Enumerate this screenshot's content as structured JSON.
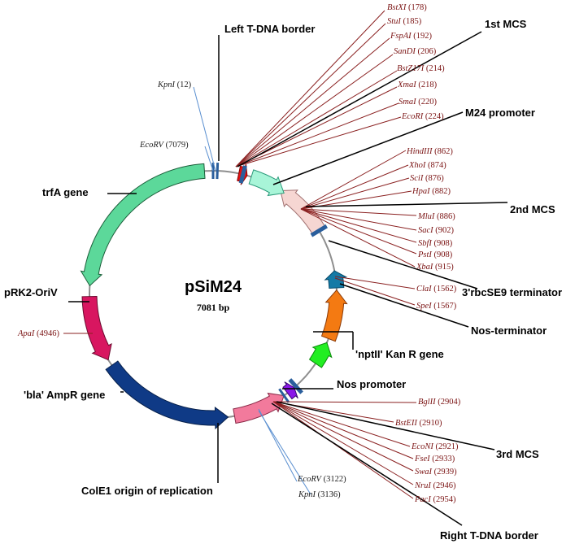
{
  "plasmid": {
    "name": "pSiM24",
    "size": "7081 bp"
  },
  "labels": {
    "left_border": "Left T-DNA border",
    "mcs1": "1st MCS",
    "m24": "M24 promoter",
    "mcs2": "2nd MCS",
    "rbcs": "3'rbcSE9 terminator",
    "nos_term": "Nos-terminator",
    "nptii": "'nptII' Kan R gene",
    "nos_prom": "Nos promoter",
    "mcs3": "3rd MCS",
    "right_border": "Right T-DNA border",
    "cole1": "ColE1 origin of replication",
    "bla": "'bla' AmpR gene",
    "oriv": "pRK2-OriV",
    "trfa": "trfA gene"
  },
  "sites": {
    "kpn1": {
      "enz": "KpnI",
      "pos": "(12)"
    },
    "ecorv1": {
      "enz": "EcoRV",
      "pos": "(7079)"
    },
    "apa": {
      "enz": "ApaI",
      "pos": "(4946)"
    },
    "ecorv2": {
      "enz": "EcoRV",
      "pos": "(3122)"
    },
    "kpn2": {
      "enz": "KpnI",
      "pos": "(3136)"
    },
    "cla": {
      "enz": "ClaI",
      "pos": "(1562)"
    },
    "spe": {
      "enz": "SpeI",
      "pos": "(1567)"
    },
    "mcs1": [
      {
        "enz": "BstXI",
        "pos": "(178)"
      },
      {
        "enz": "StuI",
        "pos": "(185)"
      },
      {
        "enz": "FspAI",
        "pos": "(192)"
      },
      {
        "enz": "SanDI",
        "pos": "(206)"
      },
      {
        "enz": "BstZ17I",
        "pos": "(214)"
      },
      {
        "enz": "XmaI",
        "pos": "(218)"
      },
      {
        "enz": "SmaI",
        "pos": "(220)"
      },
      {
        "enz": "EcoRI",
        "pos": "(224)"
      }
    ],
    "mcs2": [
      {
        "enz": "HindIII",
        "pos": "(862)"
      },
      {
        "enz": "XhoI",
        "pos": "(874)"
      },
      {
        "enz": "SciI",
        "pos": "(876)"
      },
      {
        "enz": "HpaI",
        "pos": "(882)"
      },
      {
        "enz": "MluI",
        "pos": "(886)"
      },
      {
        "enz": "SacI",
        "pos": "(902)"
      },
      {
        "enz": "SbfI",
        "pos": "(908)"
      },
      {
        "enz": "PstI",
        "pos": "(908)"
      },
      {
        "enz": "XbaI",
        "pos": "(915)"
      }
    ],
    "mcs3": [
      {
        "enz": "BglII",
        "pos": "(2904)"
      },
      {
        "enz": "BstEII",
        "pos": "(2910)"
      },
      {
        "enz": "EcoNI",
        "pos": "(2921)"
      },
      {
        "enz": "FseI",
        "pos": "(2933)"
      },
      {
        "enz": "SwaI",
        "pos": "(2939)"
      },
      {
        "enz": "NruI",
        "pos": "(2946)"
      },
      {
        "enz": "PacI",
        "pos": "(2954)"
      }
    ]
  },
  "colors": {
    "backbone": "#8f8f8f",
    "left_border": "#e11010",
    "m24": "#a8f5d8",
    "rbcs": "#f6d6d2",
    "nos_term": "#147aa6",
    "nptii": "#f47a12",
    "nos_prom": "#22ee22",
    "right_border": "#8a16e8",
    "cole1": "#f27a9c",
    "bla": "#0f3a86",
    "oriv": "#d81660",
    "trfa": "#5cd89a",
    "site_text": "#7a1212",
    "site_line": "#8a2020",
    "blue_line": "#5a8fd0"
  }
}
